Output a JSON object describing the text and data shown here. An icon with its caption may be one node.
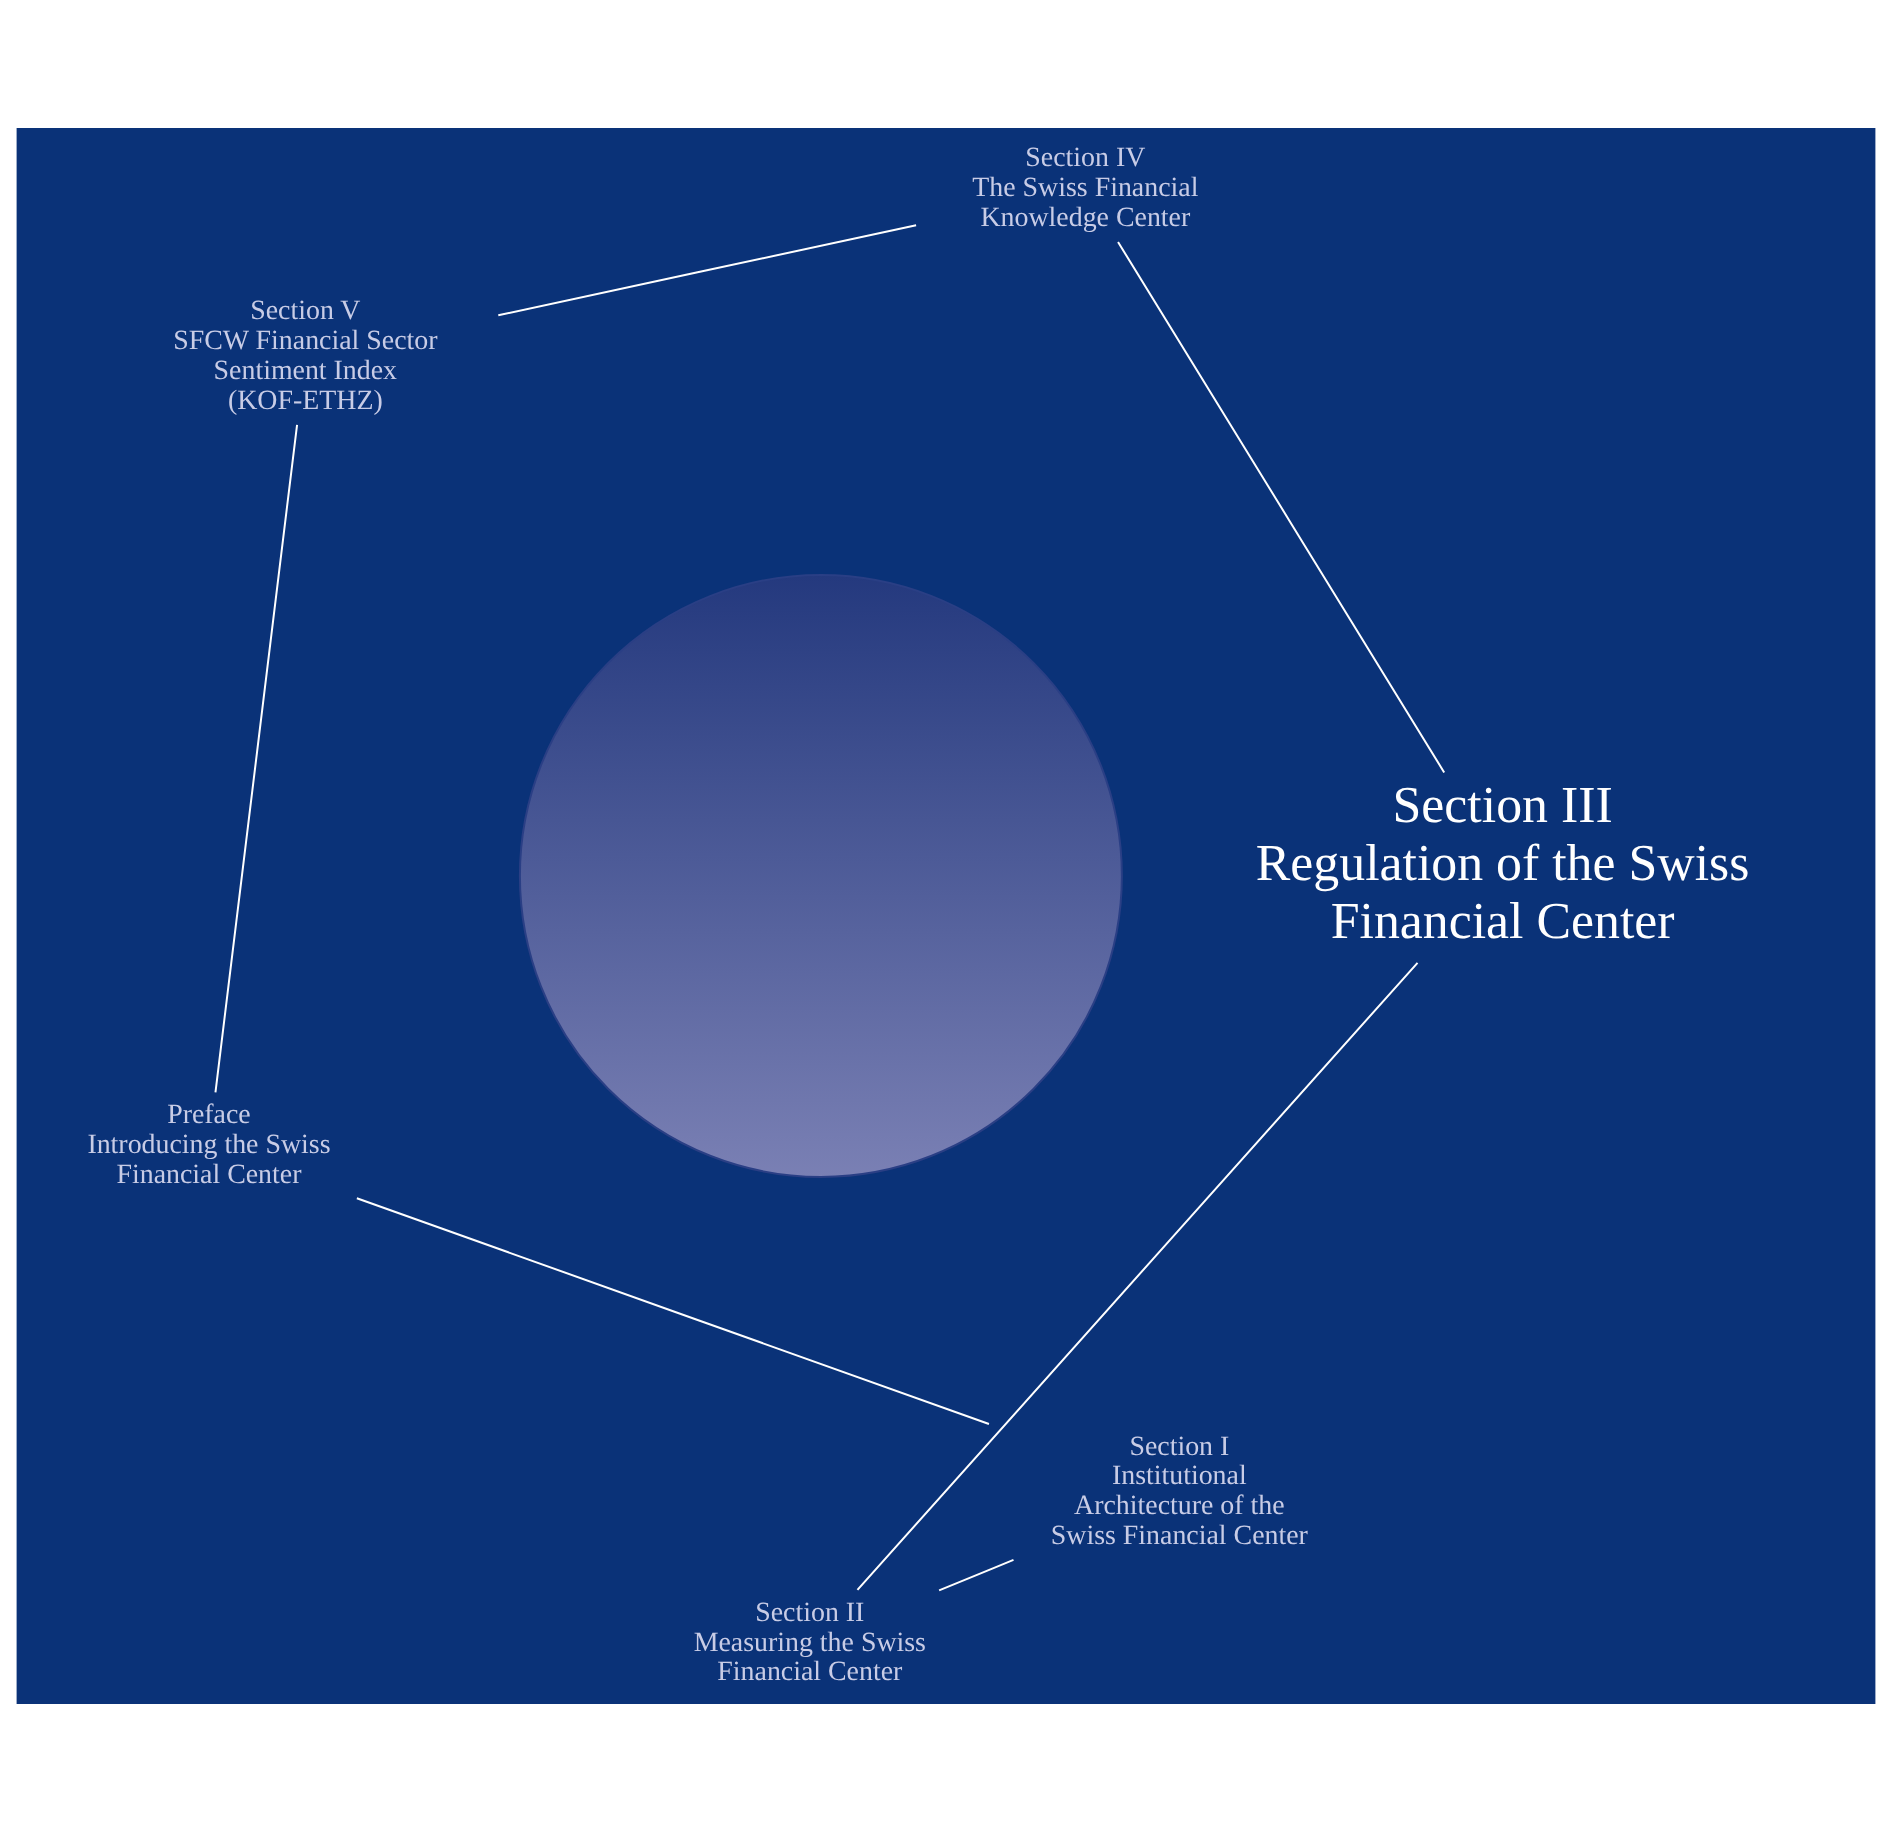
{
  "diagram": {
    "nodes": [
      {
        "text": [
          "Preface",
          "Introducing the Swiss Financial Center"
        ]
      },
      {
        "text": [
          "Section I",
          "Institutional Architecture of the Swiss Financial Center"
        ]
      },
      {
        "text": [
          "Section II",
          "Measuring the Swiss Financial Center"
        ]
      },
      {
        "text": [
          "Section III",
          "Regulation of the Swiss Financial Center"
        ]
      },
      {
        "text": [
          "Section IV",
          "The Swiss Financial Knowledge Center"
        ]
      },
      {
        "text": [
          "Section V",
          "SFCW Financial Sector Sentiment Index (KOF-ETHZ)"
        ]
      },
      {
        "text": [],
        "shape": "circle"
      }
    ],
    "edges": [
      {
        "from": 0,
        "to": 1,
        "arrow": "none"
      },
      {
        "from": 1,
        "to": 2,
        "arrow": "none"
      },
      {
        "from": 2,
        "to": 3,
        "arrow": "none"
      },
      {
        "from": 3,
        "to": 4,
        "arrow": "none"
      },
      {
        "from": 4,
        "to": 5,
        "arrow": "none"
      },
      {
        "from": 5,
        "to": 0,
        "arrow": "none"
      }
    ]
  }
}
